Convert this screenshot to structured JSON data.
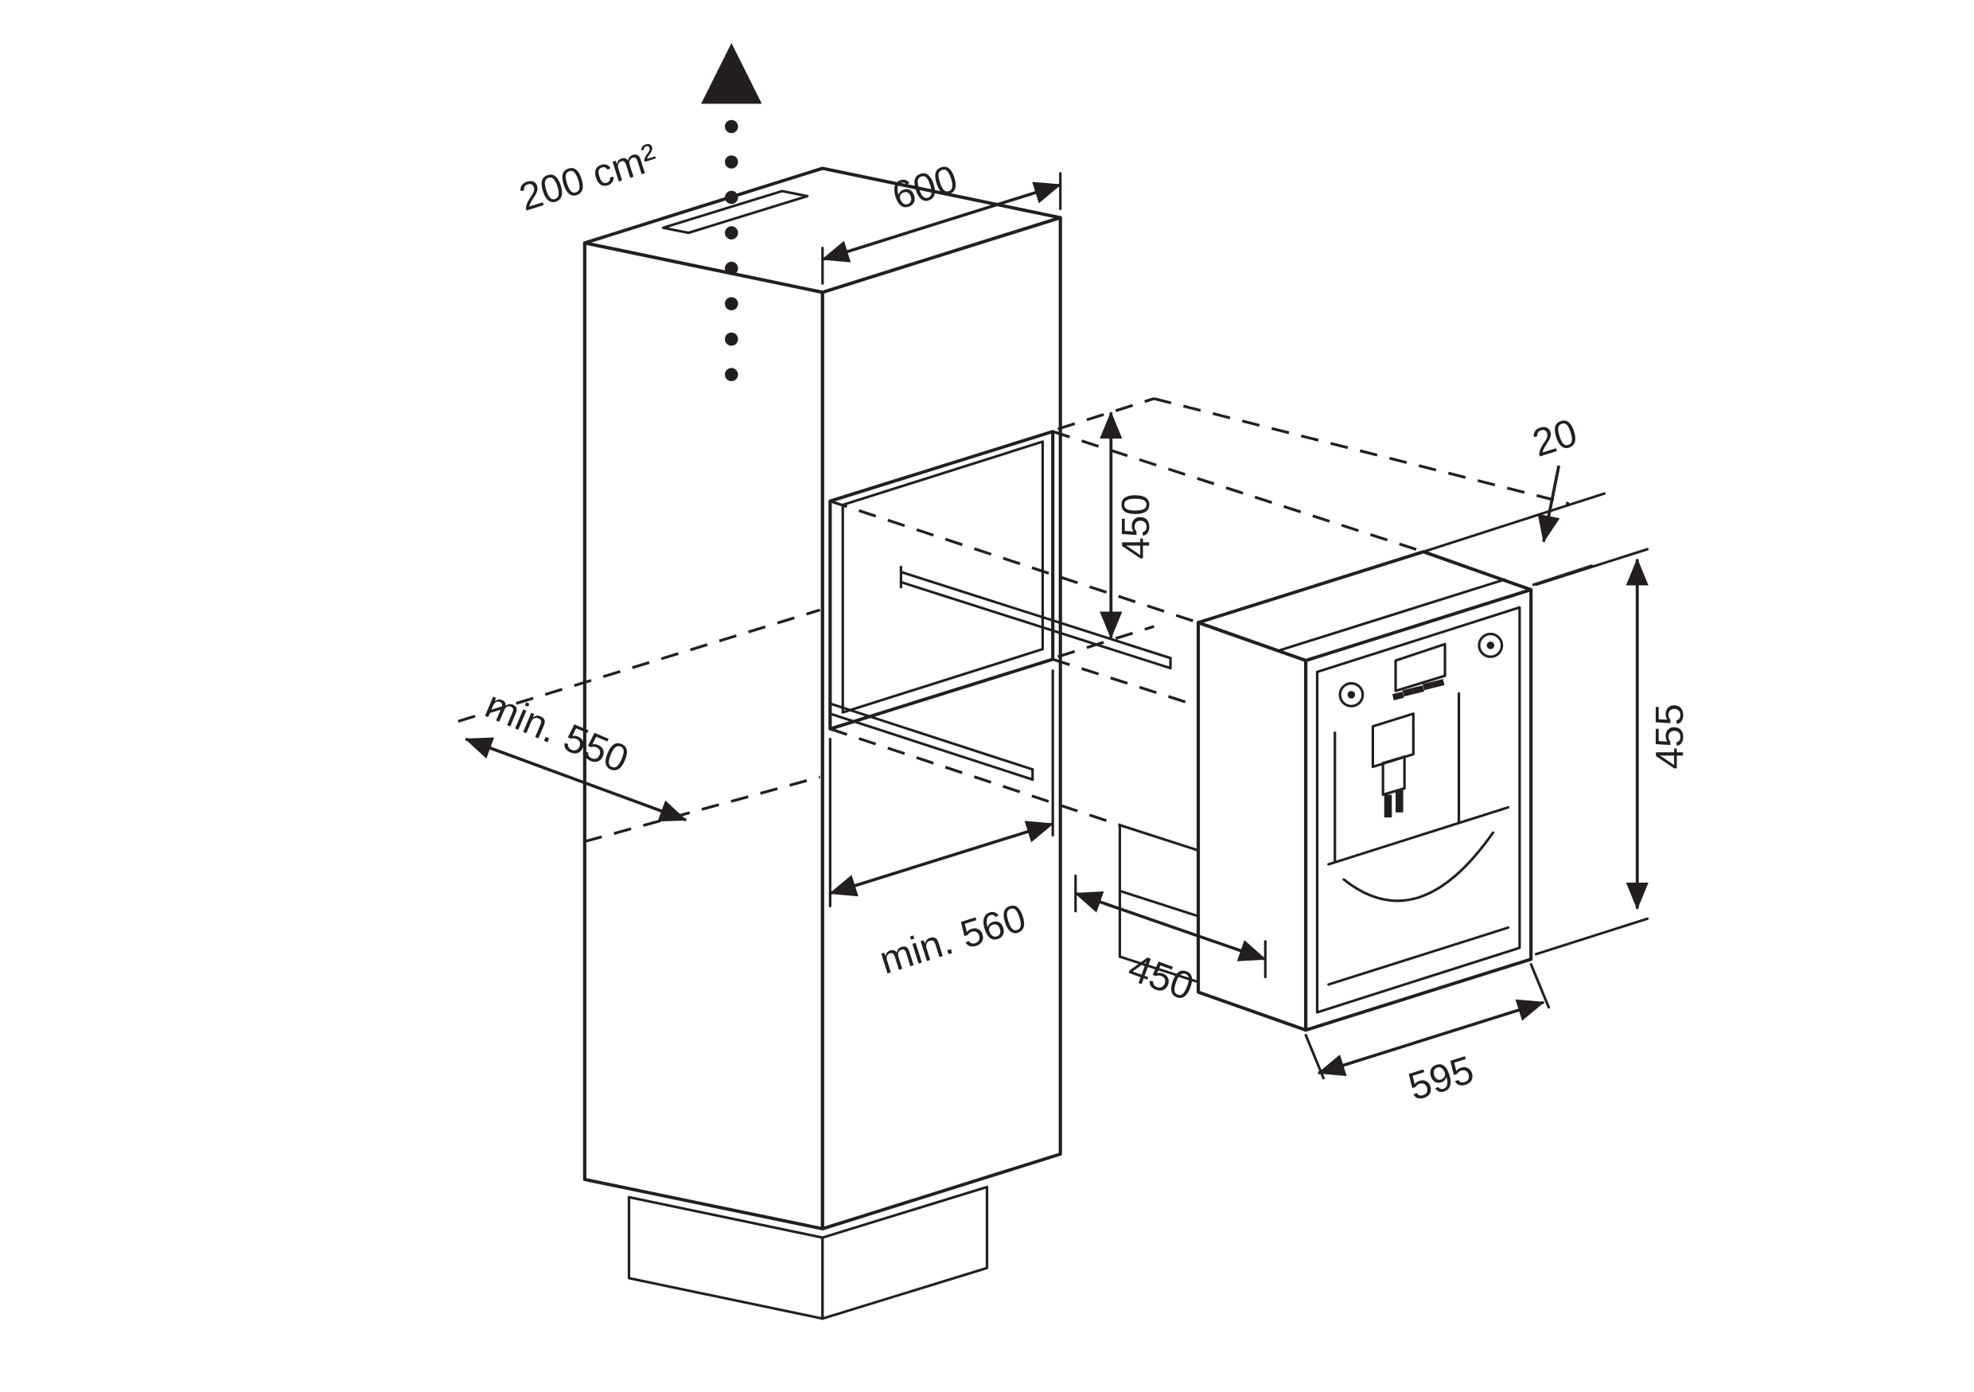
{
  "diagram": {
    "type": "installation-diagram",
    "subject": "built-in coffee machine niche dimensions",
    "labels": {
      "vent_area": "200 cm²",
      "cabinet_width": "600",
      "niche_height": "450",
      "counter_depth": "min. 550",
      "niche_depth": "min. 560",
      "appliance_depth": "450",
      "appliance_width": "595",
      "appliance_height": "455",
      "top_gap": "20"
    },
    "colors": {
      "line": "#231f20",
      "background": "#ffffff"
    }
  }
}
